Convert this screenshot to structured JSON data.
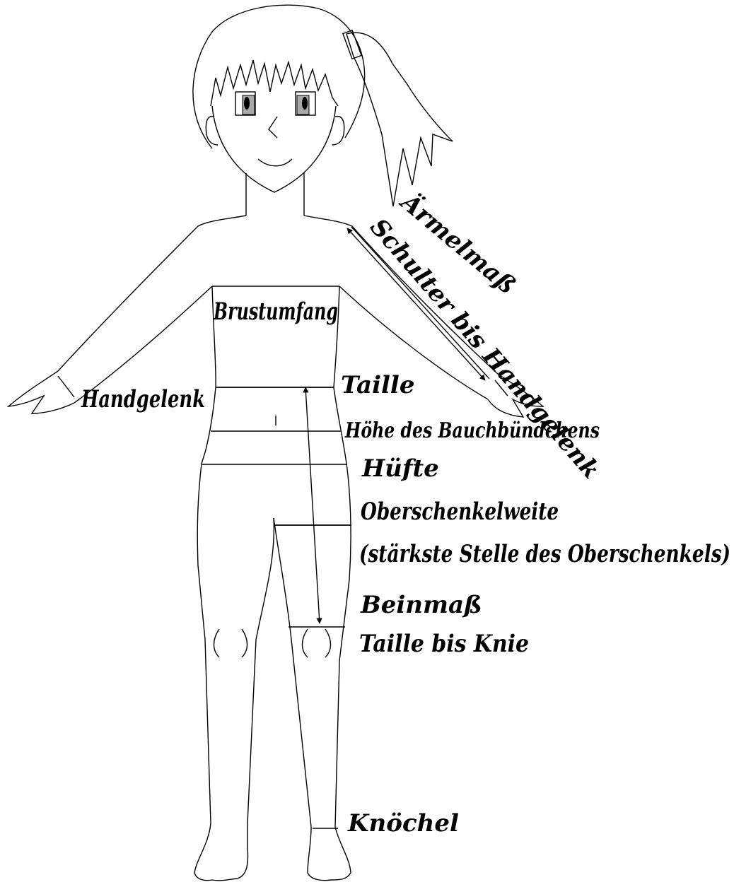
{
  "labels": {
    "sleeve_title": "Ärmelmaß",
    "sleeve_sub": "Schulter bis Handgelenk",
    "bust": "Brustumfang",
    "wrist": "Handgelenk",
    "waist": "Taille",
    "belly_band_height": "Höhe des Bauchbündchens",
    "hip": "Hüfte",
    "thigh": "Oberschenkelweite",
    "thigh_sub": "(stärkste Stelle des Oberschenkels)",
    "leg_title": "Beinmaß",
    "leg_sub": "Taille bis Knie",
    "ankle": "Knöchel"
  },
  "colors": {
    "outline": "#000000",
    "iris": "#a8a8a8",
    "background": "#ffffff"
  }
}
